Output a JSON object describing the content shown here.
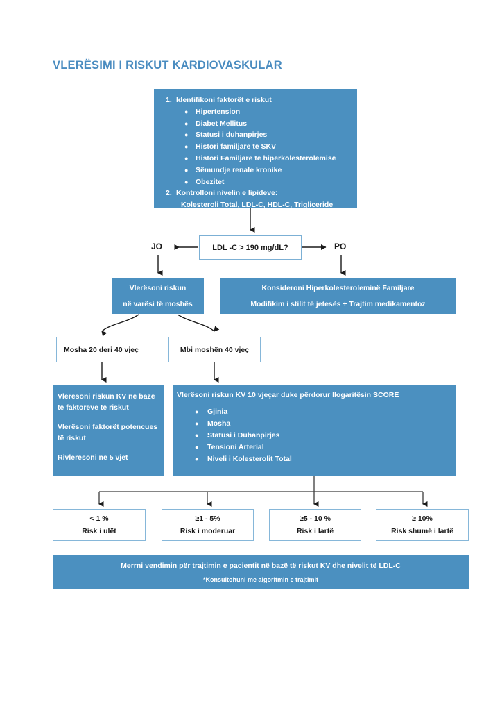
{
  "title": "VLERËSIMI I RISKUT KARDIOVASKULAR",
  "colors": {
    "accent_blue": "#4b90c0",
    "title_blue": "#4a8cc0",
    "box_border": "#86b7d9",
    "text_dark": "#1a1a1a",
    "text_light": "#ffffff"
  },
  "risk_factors_box": {
    "step1_num": "1.",
    "step1_label": "Identifikoni faktorët e riskut",
    "bullets": [
      "Hipertension",
      "Diabet Mellitus",
      "Statusi i duhanpirjes",
      "Histori familjare të SKV",
      "Histori Familjare të hiperkolesterolemisë",
      "Sëmundje renale kronike",
      "Obezitet"
    ],
    "step2_num": "2.",
    "step2_label": "Kontrolloni nivelin e lipideve:",
    "step2_detail": "Kolesteroli Total, LDL-C, HDL-C, Trigliceride"
  },
  "decision": {
    "question": "LDL -C > 190 mg/dL?",
    "branch_no": "JO",
    "branch_yes": "PO"
  },
  "assess_box": {
    "line1": "Vlerësoni riskun",
    "line2": "në varësi të moshës"
  },
  "familial_box": {
    "line1": "Konsideroni Hiperkolesteroleminë Familjare",
    "line2": "Modifikim i stilit të jetesës + Trajtim medikamentoz"
  },
  "age_boxes": {
    "young": "Mosha 20 deri 40 vjeç",
    "old": "Mbi moshën 40 vjeç"
  },
  "young_panel": {
    "paragraphs": [
      "Vlerësoni riskun KV në bazë të faktorëve të riskut",
      "Vlerësoni faktorët potencues të riskut",
      "Rivlerësoni në 5 vjet"
    ]
  },
  "score_panel": {
    "heading": "Vlerësoni riskun KV 10 vjeçar duke përdorur llogaritësin SCORE",
    "bullets": [
      "Gjinia",
      "Mosha",
      "Statusi i Duhanpirjes",
      "Tensioni Arterial",
      "Niveli i Kolesterolit Total"
    ]
  },
  "risk_results": [
    {
      "value": "< 1 %",
      "label": "Risk i ulët"
    },
    {
      "value": "≥1 - 5%",
      "label": "Risk i moderuar"
    },
    {
      "value": "≥5 - 10 %",
      "label": "Risk i lartë"
    },
    {
      "value": "≥ 10%",
      "label": "Risk shumë i lartë"
    }
  ],
  "banner": {
    "line1": "Merrni vendimin për trajtimin e pacientit në bazë të riskut KV dhe nivelit të LDL-C",
    "line2": "*Konsultohuni me algoritmin e trajtimit"
  }
}
